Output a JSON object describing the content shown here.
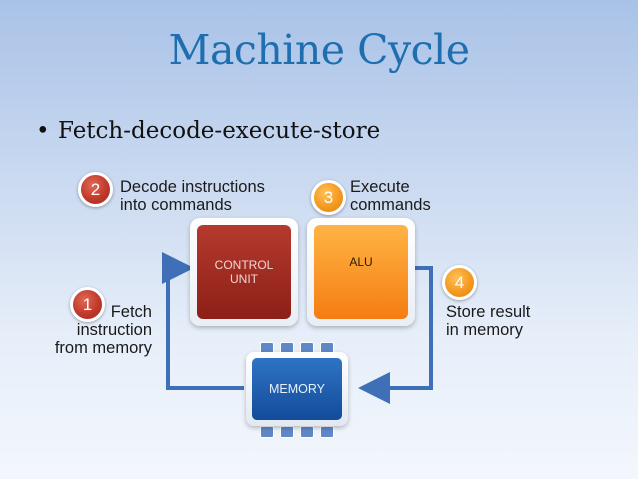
{
  "title": "Machine Cycle",
  "bullet": "Fetch-decode-execute-store",
  "steps": [
    {
      "number": "1",
      "line1": "Fetch",
      "line2": "instruction",
      "line3": "from memory"
    },
    {
      "number": "2",
      "line1": "Decode instructions",
      "line2": "into commands"
    },
    {
      "number": "3",
      "line1": "Execute",
      "line2": "commands"
    },
    {
      "number": "4",
      "line1": "Store result",
      "line2": "in memory"
    }
  ],
  "components": {
    "control_line1": "CONTROL",
    "control_line2": "UNIT",
    "alu": "ALU",
    "memory": "MEMORY"
  },
  "colors": {
    "title": "#1f6fb0",
    "arrow": "#3f6fb6",
    "control_unit": "#a1291f",
    "alu": "#f79a28",
    "memory": "#1d5eae"
  }
}
